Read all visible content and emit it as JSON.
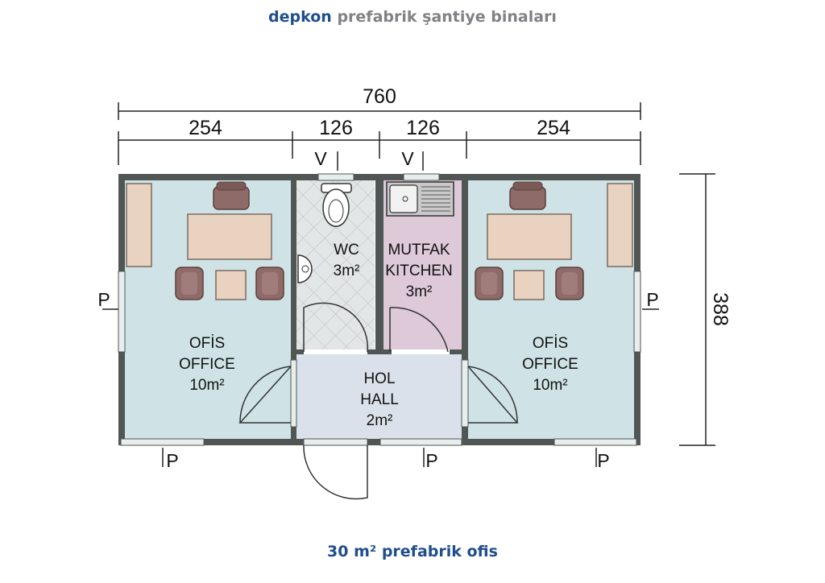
{
  "header": {
    "brand": "depkon",
    "subtitle": "prefabrik şantiye binaları"
  },
  "footer": {
    "caption": "30 m² prefabrik ofis"
  },
  "dimensions": {
    "total_width": "760",
    "segments": [
      "254",
      "126",
      "126",
      "254"
    ],
    "depth": "388"
  },
  "rooms": {
    "office_left": {
      "name_tr": "OFİS",
      "name_en": "OFFICE",
      "area": "10m²"
    },
    "wc": {
      "name": "WC",
      "area": "3m²"
    },
    "kitchen": {
      "name_tr": "MUTFAK",
      "name_en": "KITCHEN",
      "area": "3m²"
    },
    "hall": {
      "name_tr": "HOL",
      "name_en": "HALL",
      "area": "2m²"
    },
    "office_right": {
      "name_tr": "OFİS",
      "name_en": "OFFICE",
      "area": "10m²"
    }
  },
  "markers": {
    "vent": "V",
    "window": "P"
  },
  "colors": {
    "brand": "#1f4e8c",
    "office_fill": "#cfe3e6",
    "wc_fill": "#e3e6e6",
    "kitchen_fill": "#ddc9d8",
    "hall_fill": "#dbe1ea",
    "wall": "#4f5654",
    "furniture": "#8e6a68",
    "desk": "#e9d3c0"
  }
}
